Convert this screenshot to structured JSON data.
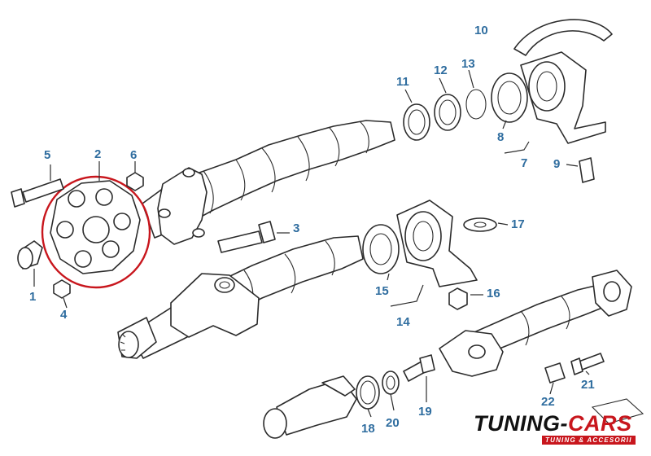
{
  "callouts": [
    {
      "id": "1",
      "label": "1"
    },
    {
      "id": "2",
      "label": "2"
    },
    {
      "id": "3",
      "label": "3"
    },
    {
      "id": "4",
      "label": "4"
    },
    {
      "id": "5",
      "label": "5"
    },
    {
      "id": "6",
      "label": "6"
    },
    {
      "id": "7",
      "label": "7"
    },
    {
      "id": "8",
      "label": "8"
    },
    {
      "id": "9",
      "label": "9"
    },
    {
      "id": "10",
      "label": "10"
    },
    {
      "id": "11",
      "label": "11"
    },
    {
      "id": "12",
      "label": "12"
    },
    {
      "id": "13",
      "label": "13"
    },
    {
      "id": "14",
      "label": "14"
    },
    {
      "id": "15",
      "label": "15"
    },
    {
      "id": "16",
      "label": "16"
    },
    {
      "id": "17",
      "label": "17"
    },
    {
      "id": "18",
      "label": "18"
    },
    {
      "id": "19",
      "label": "19"
    },
    {
      "id": "20",
      "label": "20"
    },
    {
      "id": "21",
      "label": "21"
    },
    {
      "id": "22",
      "label": "22"
    }
  ],
  "logo": {
    "main_a": "TUNING-",
    "main_b": "CARS",
    "sub": "TUNING & ACCESORII"
  },
  "colors": {
    "callout": "#2f6d9f",
    "highlight": "#c8161d",
    "line": "#2b2b2b"
  }
}
